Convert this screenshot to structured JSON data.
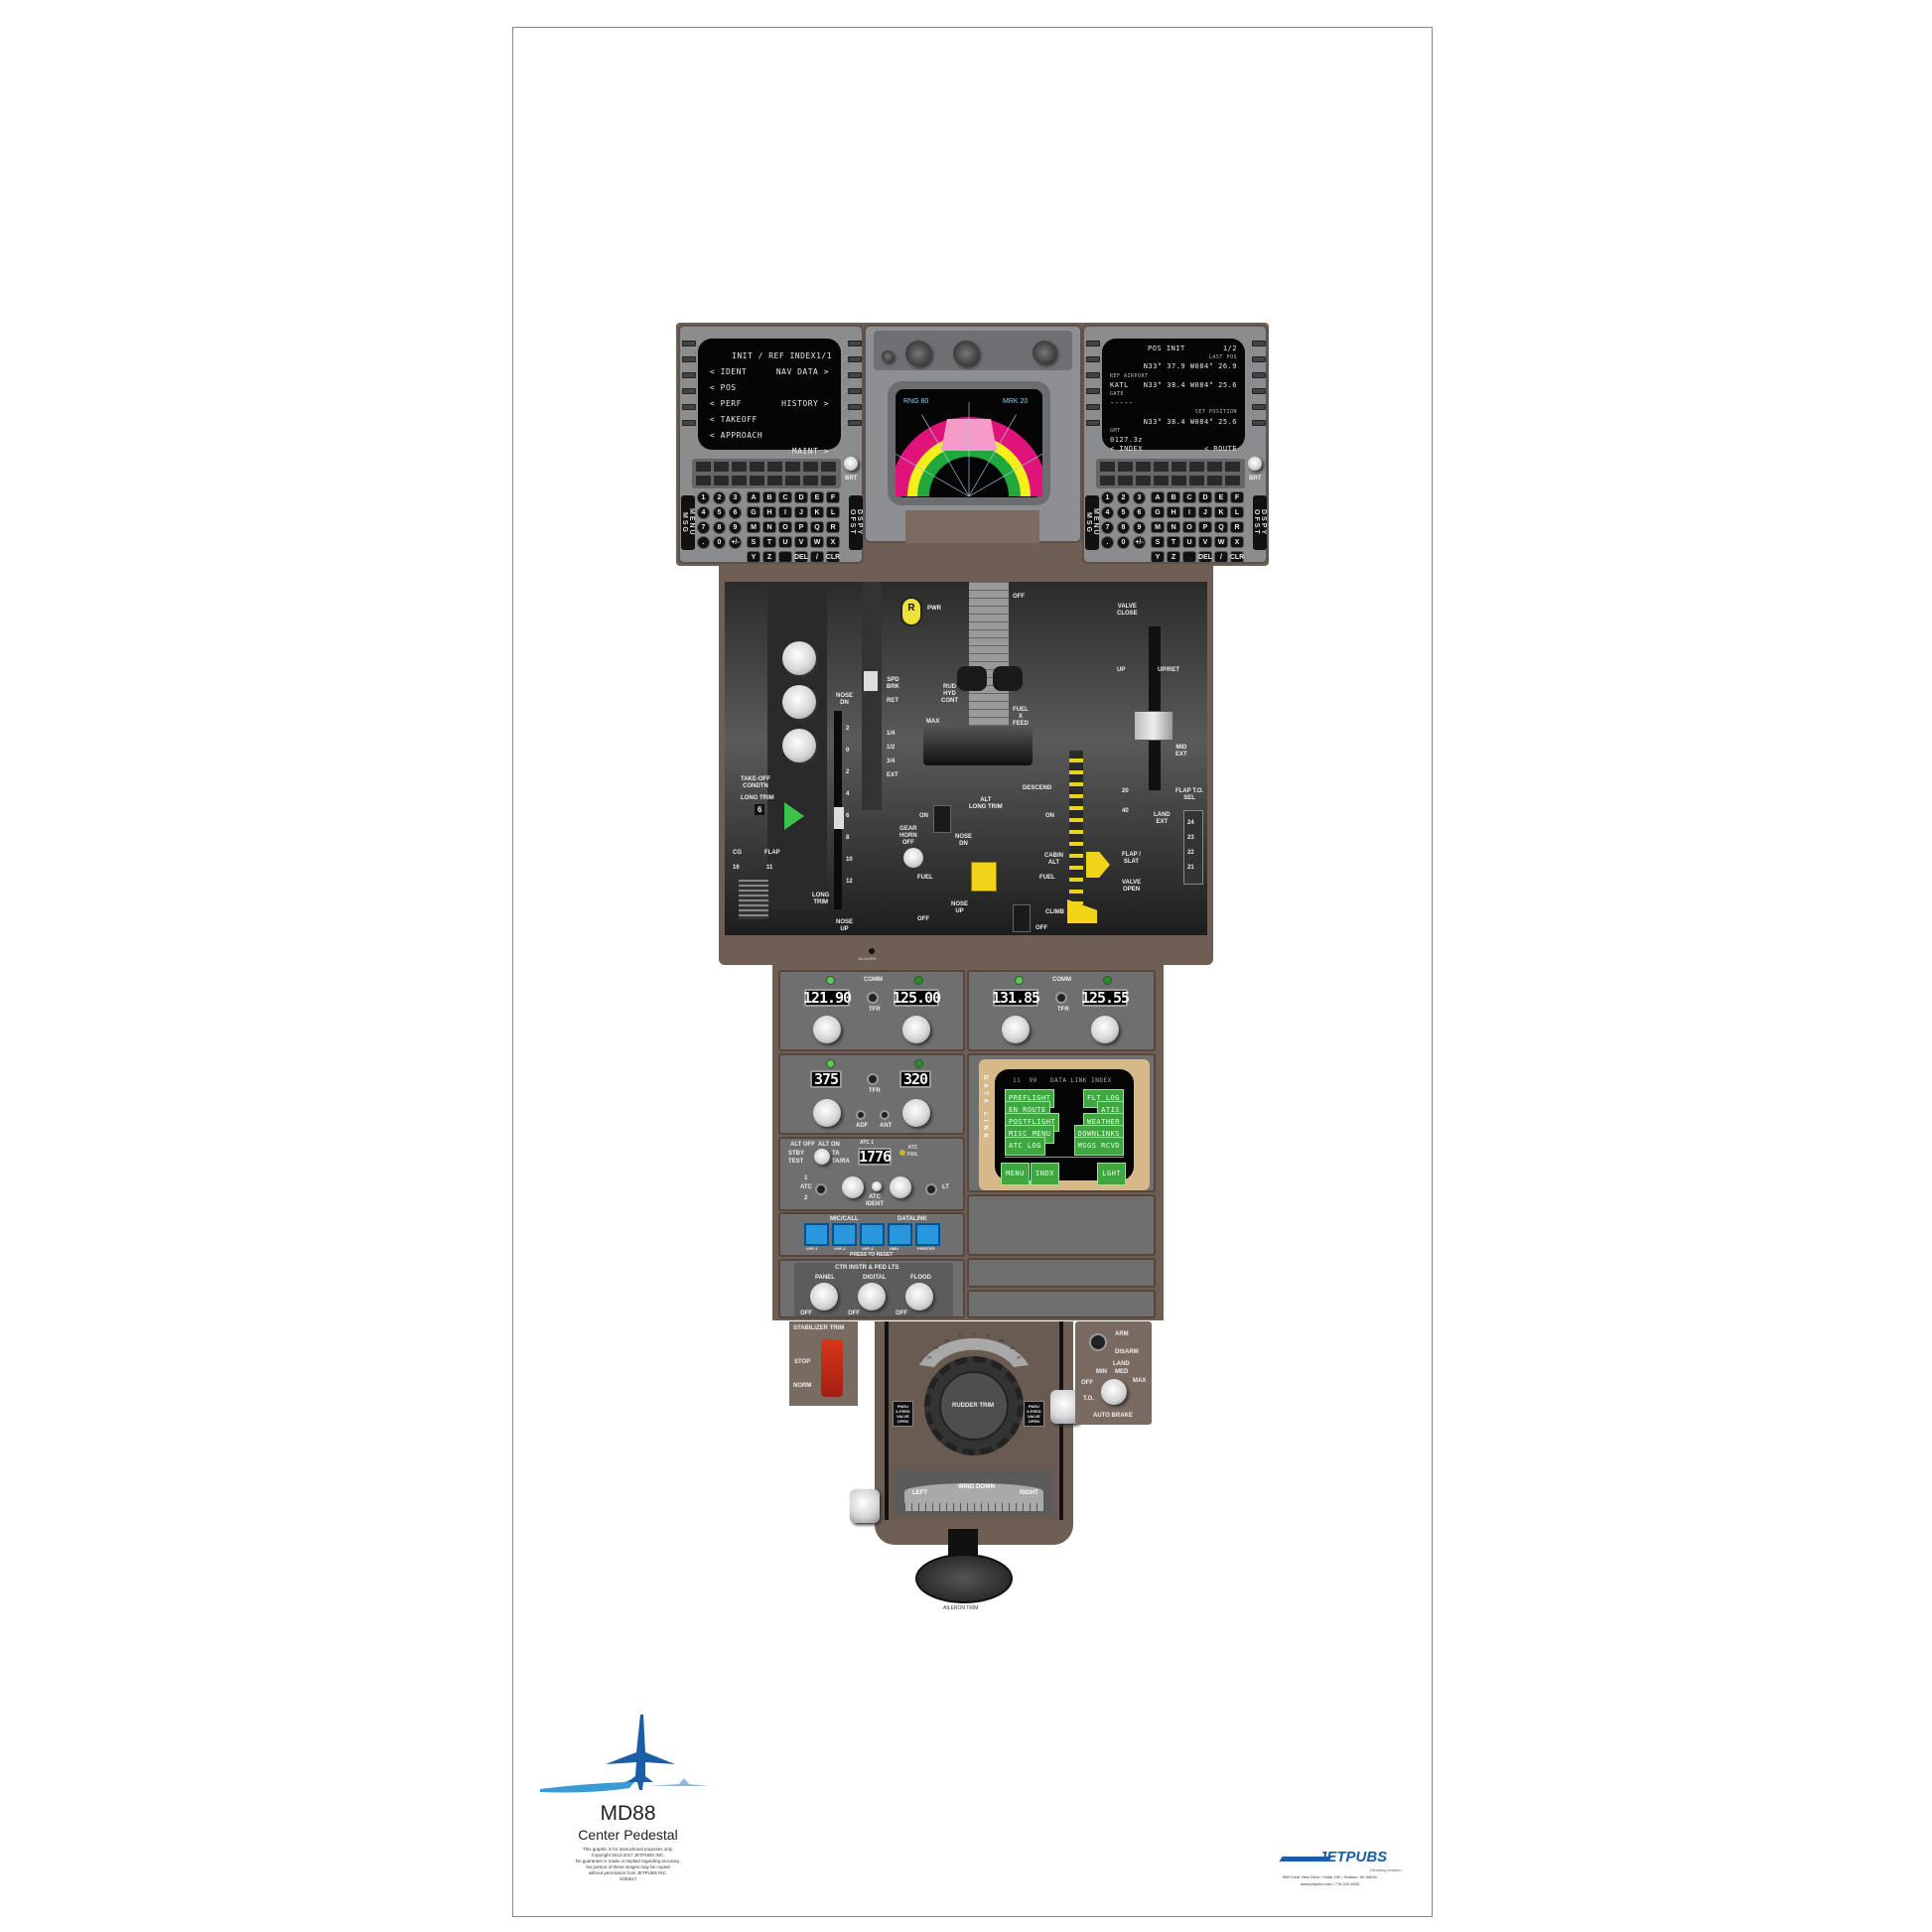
{
  "poster": {
    "title": "MD88",
    "subtitle": "Center Pedestal",
    "disclaimer": [
      "This graphic is for instructional purposes only.",
      "Copyright 2012-2017 JETPUBS INC.",
      "No guarantee is made or implied regarding accuracy.",
      "No portion of these images may be copied",
      "without permission from JETPUBS INC.",
      "1030517"
    ],
    "publisher": "JETPUBS",
    "publisher_tagline": "Elevating Aviation",
    "publisher_address": "966 Crest View Drive • Suite 130 • Hudson, WI 54016",
    "publisher_contact": "www.jetpubs.com • 715.220.4532",
    "colors": {
      "brand_blue": "#1b5ea8",
      "light_blue": "#3b9ad6",
      "pedestal_brown": "#6e5e54"
    }
  },
  "left_cdu": {
    "title": "INIT / REF INDEX",
    "page": "1/1",
    "rows": [
      [
        "< IDENT",
        "NAV DATA >"
      ],
      [
        "< POS",
        ""
      ],
      [
        "< PERF",
        "HISTORY >"
      ],
      [
        "< TAKEOFF",
        ""
      ],
      [
        "< APPROACH",
        ""
      ],
      [
        "",
        "MAINT >"
      ]
    ],
    "side_left": "MENU MSG",
    "side_right": "DSPY OFST",
    "brt": "BRT"
  },
  "right_cdu": {
    "title": "POS INIT",
    "page": "1/2",
    "lines": [
      [
        "",
        "LAST POS"
      ],
      [
        "",
        "N33° 37.9 W084° 26.9"
      ],
      [
        "REF AIRPORT",
        ""
      ],
      [
        "KATL",
        "N33° 38.4 W084° 25.6"
      ],
      [
        "GATE",
        ""
      ],
      [
        "-----",
        ""
      ],
      [
        "",
        "SET POSITION"
      ],
      [
        "",
        "N33° 38.4 W084° 25.6"
      ],
      [
        "GMT",
        ""
      ],
      [
        "0127.3z",
        ""
      ],
      [
        "< INDEX",
        "< ROUTE"
      ]
    ],
    "side_left": "MENU MSG",
    "side_right": "DSPY OFST",
    "brt": "BRT"
  },
  "keypad": {
    "numbers": [
      "1",
      "2",
      "3",
      "4",
      "5",
      "6",
      "7",
      "8",
      "9",
      ".",
      "0",
      "+/-"
    ],
    "letters": [
      "A",
      "B",
      "C",
      "D",
      "E",
      "F",
      "G",
      "H",
      "I",
      "J",
      "K",
      "L",
      "M",
      "N",
      "O",
      "P",
      "Q",
      "R",
      "S",
      "T",
      "U",
      "V",
      "W",
      "X",
      "Y",
      "Z",
      "",
      "DEL",
      "/",
      "CLR"
    ]
  },
  "radar": {
    "range_label": "RNG 80",
    "mark_label": "MRK 20",
    "colors": [
      "#e0137a",
      "#f59bc8",
      "#f6ef1a",
      "#20a83d"
    ]
  },
  "throttle_quadrant": {
    "labels": {
      "pwr": "PWR",
      "spd_brk": "SPD\nBRK",
      "ret": "RET",
      "ext": "EXT",
      "half": "1/2",
      "quarter": "1/4",
      "three_q": "3/4",
      "rud_hyd": "RUD\nHYD\nCONT",
      "max": "MAX",
      "off_top": "OFF",
      "fuel_x_feed": "FUEL\nX\nFEED",
      "nose_dn": "NOSE\nDN",
      "nose_up": "NOSE\nUP",
      "long_trim": "LONG\nTRIM",
      "takeoff_condtn": "TAKE-OFF\nCONDTN",
      "long_trim_small": "LONG TRIM",
      "long_trim_value": "6",
      "cg": "CG",
      "flap": "FLAP",
      "cg_val": "16",
      "flap_val": "11",
      "on": "ON",
      "gear_horn_off": "GEAR\nHORN\nOFF",
      "fuel": "FUEL",
      "off": "OFF",
      "alt_long_trim": "ALT\nLONG TRIM",
      "nose_dn2": "NOSE\nDN",
      "nose_up2": "NOSE\nUP",
      "descend": "DESCEND",
      "on2": "ON",
      "cabin_alt": "CABIN\nALT",
      "fuel2": "FUEL",
      "off2": "OFF",
      "climb": "CLIMB",
      "valve_close": "VALVE\nCLOSE",
      "up": "UP",
      "up_ret": "UP/RET",
      "mid_ext": "MID\nEXT",
      "f20": "20",
      "f40": "40",
      "land_ext": "LAND\nEXT",
      "flap_slat": "FLAP /\nSLAT",
      "valve_open": "VALVE\nOPEN",
      "flap_to_sel": "FLAP T.O.\nSEL",
      "sel_vals": [
        "24",
        "23",
        "22",
        "21"
      ],
      "stab_ticks": [
        "2",
        "0",
        "2",
        "4",
        "6",
        "8",
        "10",
        "12"
      ],
      "blower": "BLOWER"
    }
  },
  "comm1": {
    "label": "COMM",
    "active": "121.90",
    "standby": "125.00",
    "xfr": "TFR"
  },
  "comm2": {
    "label": "COMM",
    "active": "131.85",
    "standby": "125.55",
    "xfr": "TFR"
  },
  "adf": {
    "active": "375",
    "standby": "320",
    "xfr": "TFR",
    "adf": "ADF",
    "ant": "ANT"
  },
  "atc": {
    "alt_label": "ALT OFF  ALT ON",
    "stby": "STBY",
    "test": "TEST",
    "ta": "TA",
    "ta_ra": "TA/RA",
    "code_label": "ATC 1",
    "code": "1776",
    "fail_label": "ATC\nFAIL",
    "atc_switch": "ATC",
    "ident": "ATC\nIDENT",
    "pos1": "1",
    "pos2": "2",
    "lt": "LT"
  },
  "audio": {
    "group1": "MIC/CALL",
    "group2": "DATALINK",
    "buttons": [
      "VHF-1",
      "VHF-2",
      "VHF-3",
      "HMU",
      "PRINTER"
    ],
    "note": "PRESS TO RESET"
  },
  "lights": {
    "title": "CTR INSTR & PED LTS",
    "knobs": [
      "PANEL",
      "DIGITAL",
      "FLOOD"
    ],
    "off": "OFF"
  },
  "data_link": {
    "side_label": "DATA LINK",
    "title": "DATA LINK INDEX",
    "header_left": "11  99",
    "left": [
      "PREFLIGHT",
      "EN ROUTE",
      "POSTFLIGHT",
      "MISC MENU",
      "ATC LOG"
    ],
    "right": [
      "FLT LOG",
      "ATIS",
      "WEATHER",
      "DOWNLINKS",
      "MSGS RCVD"
    ],
    "bottom": [
      "MENU",
      "INDX",
      "LGHT"
    ]
  },
  "stabilizer_trim": {
    "title": "STABILIZER TRIM",
    "stop": "STOP",
    "norm": "NORM"
  },
  "rudder_trim": {
    "label": "RUDDER TRIM",
    "scale": [
      "20",
      "15",
      "10",
      "5",
      "0",
      "5",
      "10",
      "15",
      "20"
    ],
    "annun": "PNEU\nX-FEED\nVALVE\nOPEN"
  },
  "aileron_trim": {
    "label": "AILERON TRIM",
    "left": "LEFT",
    "right": "RIGHT",
    "wing_down": "WING DOWN"
  },
  "auto_brake": {
    "arm": "ARM",
    "disarm": "DISARM",
    "land": "LAND",
    "min": "MIN",
    "med": "MED",
    "max": "MAX",
    "off": "OFF",
    "to": "T.O.",
    "title": "AUTO BRAKE"
  }
}
